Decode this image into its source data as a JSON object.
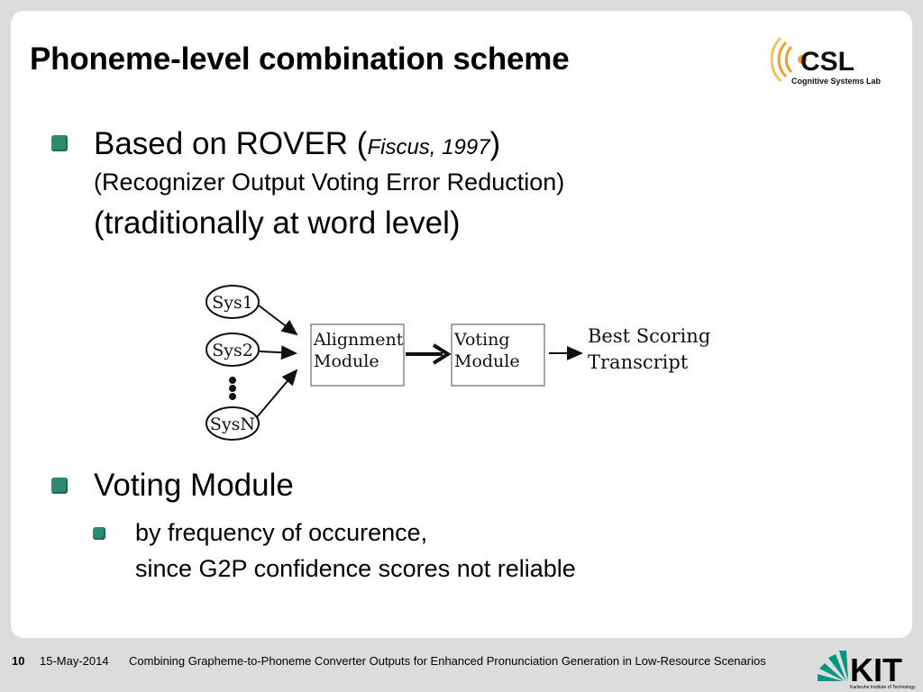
{
  "slide": {
    "title": "Phoneme-level combination scheme",
    "logo": {
      "name": "CSL",
      "caption": "Cognitive Systems Lab"
    }
  },
  "bullets": {
    "b1": {
      "line1_prefix": "Based on ROVER (",
      "line1_citation": "Fiscus, 1997",
      "line1_suffix": ")",
      "line2": "(Recognizer Output Voting Error Reduction)",
      "line3": "(traditionally at word level)"
    },
    "b2": {
      "label": "Voting Module",
      "sub1_line1": "by frequency of occurence,",
      "sub1_line2": "since G2P confidence scores not reliable"
    }
  },
  "diagram": {
    "systems": [
      "Sys1",
      "Sys2",
      "SysN"
    ],
    "alignment": [
      "Alignment",
      "Module"
    ],
    "voting": [
      "Voting",
      "Module"
    ],
    "output": [
      "Best Scoring",
      "Transcript"
    ]
  },
  "footer": {
    "page": "10",
    "date": "15-May-2014",
    "title": "Combining Grapheme-to-Phoneme Converter Outputs for Enhanced Pronunciation Generation in Low-Resource Scenarios",
    "kit_logo": "KIT",
    "kit_caption": "Karlsruhe Institute of Technology"
  },
  "colors": {
    "bullet": "#2e8a6e",
    "csl_orange": "#f0a020",
    "kit_green": "#009682"
  }
}
